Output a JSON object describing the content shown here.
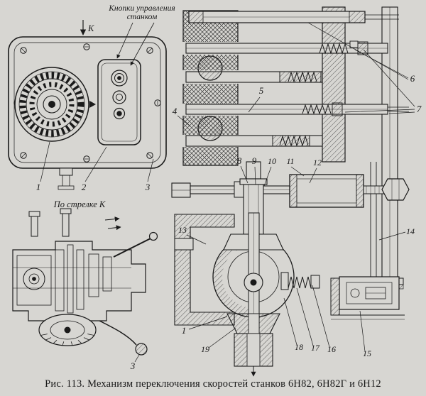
{
  "colors": {
    "paper": "#d7d6d2",
    "ink": "#1a1a1a"
  },
  "figure": {
    "caption": "Рис. 113.  Механизм переключения скоростей станков 6Н82, 6Н82Г и 6Н12",
    "top_annotation_line1": "Кнопки управления",
    "top_annotation_line2": "станком",
    "arrow_k_label": "К",
    "side_view_label": "По стрелке К"
  },
  "front_view_labels": {
    "l1": "1",
    "l2": "2",
    "l3": "3"
  },
  "side_view_labels": {
    "l3": "3"
  },
  "section_labels": {
    "l1": "1",
    "l4": "4",
    "l5": "5",
    "l6": "6",
    "l7": "7",
    "l8": "8",
    "l9": "9",
    "l10": "10",
    "l11": "11",
    "l12": "12",
    "l13": "13",
    "l14": "14",
    "l15": "15",
    "l16": "16",
    "l17": "17",
    "l18": "18",
    "l19": "19"
  }
}
